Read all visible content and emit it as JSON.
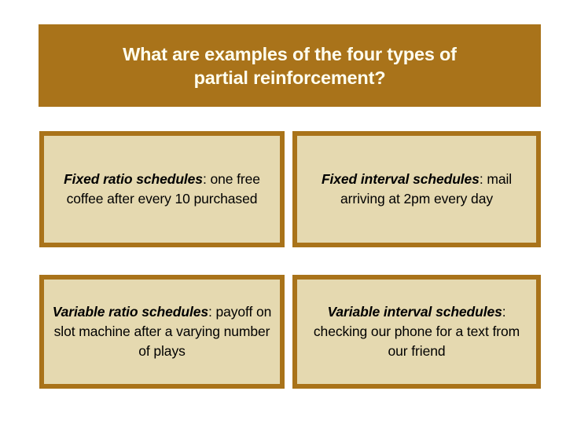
{
  "slide": {
    "title": {
      "line1": "What are examples of the four types of",
      "line2_italic": "partial reinforcement",
      "line2_tail": "?"
    },
    "colors": {
      "banner_brown": "#a9731a",
      "box_border_brown": "#a9731a",
      "box_fill_cream": "#e5d9b0",
      "title_text": "#fffff0",
      "body_text": "#000000",
      "background": "#ffffff"
    },
    "boxes": [
      {
        "id": "fixed-ratio",
        "term": "Fixed ratio schedules",
        "separator": ":",
        "description": " one free coffee after every 10 purchased"
      },
      {
        "id": "fixed-interval",
        "term": "Fixed interval schedules",
        "separator": ":",
        "description": " mail arriving at 2pm every day"
      },
      {
        "id": "variable-ratio",
        "term": "Variable ratio schedules",
        "separator": ":",
        "description": " payoff on slot machine after a varying number of plays"
      },
      {
        "id": "variable-interval",
        "term": "Variable interval schedules",
        "separator": ":",
        "description": " checking our phone for a text from our friend"
      }
    ]
  }
}
